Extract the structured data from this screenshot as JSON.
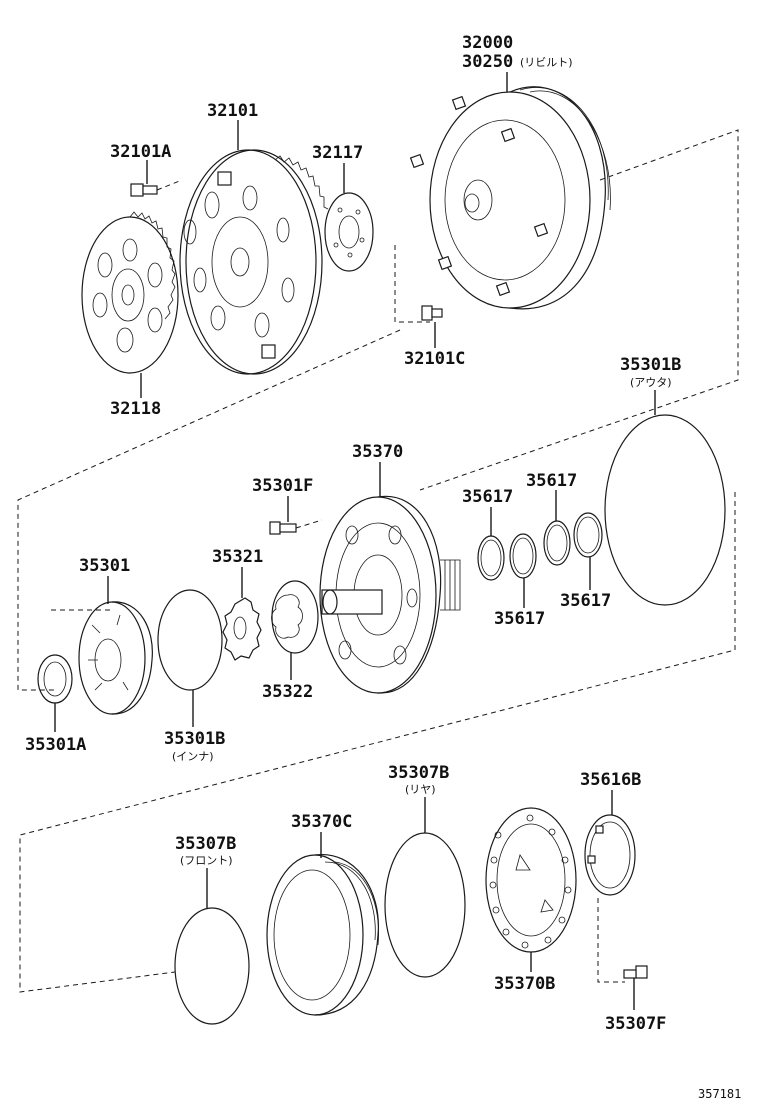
{
  "labels": {
    "p32000": "32000",
    "p30250": "30250",
    "p30250_note": "(リビルト)",
    "p32101": "32101",
    "p32101A": "32101A",
    "p32117": "32117",
    "p32118": "32118",
    "p32101C": "32101C",
    "p35301B_outer": "35301B",
    "p35301B_outer_note": "(アウタ)",
    "p35370": "35370",
    "p35301F": "35301F",
    "p35617_a": "35617",
    "p35617_b": "35617",
    "p35617_c": "35617",
    "p35617_d": "35617",
    "p35301": "35301",
    "p35321": "35321",
    "p35322": "35322",
    "p35301A": "35301A",
    "p35301B_inner": "35301B",
    "p35301B_inner_note": "(インナ)",
    "p35307B_rear": "35307B",
    "p35307B_rear_note": "(リヤ)",
    "p35616B": "35616B",
    "p35307B_front": "35307B",
    "p35307B_front_note": "(フロント)",
    "p35370C": "35370C",
    "p35370B": "35370B",
    "p35307F": "35307F"
  },
  "figure_id": "357181"
}
